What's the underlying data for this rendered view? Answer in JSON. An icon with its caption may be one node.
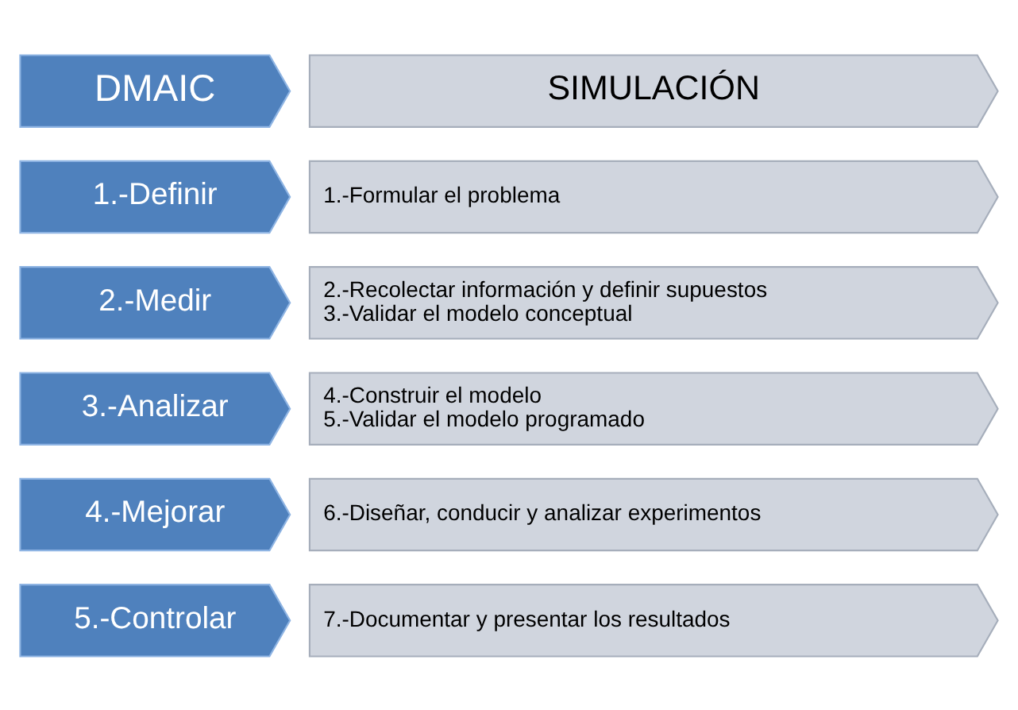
{
  "diagram": {
    "nodes": [
      {
        "text": [
          "DMAIC"
        ]
      },
      {
        "text": [
          "SIMULACIÓN"
        ]
      },
      {
        "text": [
          "1.-Definir"
        ]
      },
      {
        "text": [
          "1.-Formular el problema"
        ]
      },
      {
        "text": [
          "2.-Medir"
        ]
      },
      {
        "text": [
          "2.-Recolectar información y definir supuestos",
          "3.-Validar el modelo conceptual"
        ]
      },
      {
        "text": [
          "3.-Analizar"
        ]
      },
      {
        "text": [
          "4.-Construir el modelo",
          "5.-Validar el modelo programado"
        ]
      },
      {
        "text": [
          "4.-Mejorar"
        ]
      },
      {
        "text": [
          "6.-Diseñar, conducir y analizar experimentos"
        ]
      },
      {
        "text": [
          "5.-Controlar"
        ]
      },
      {
        "text": [
          "7.-Documentar y presentar los resultados"
        ]
      }
    ],
    "edges": []
  }
}
